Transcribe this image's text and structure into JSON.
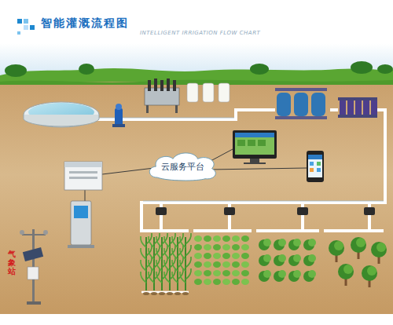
{
  "diagram": {
    "title": "智能灌溉流程图",
    "nodes": [
      {
        "text": [
          "云服务平台"
        ]
      }
    ],
    "labels": [
      "INTELLIGENT IRRIGATION FLOW CHART",
      "气象站"
    ]
  }
}
